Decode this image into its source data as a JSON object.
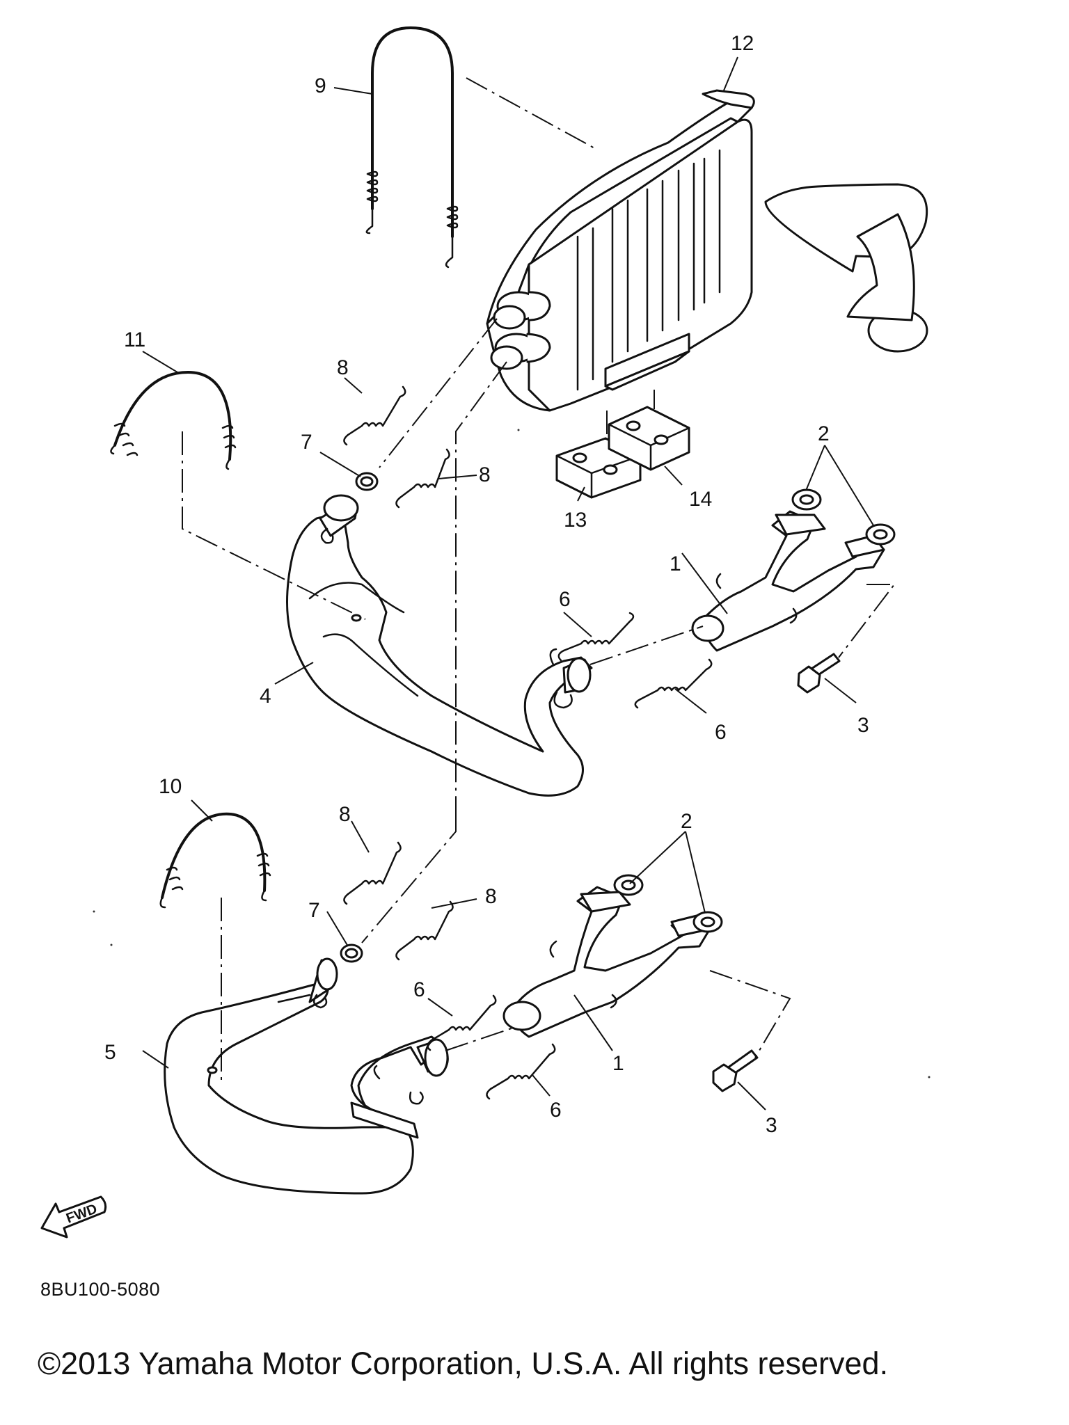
{
  "diagram": {
    "callouts": {
      "c1a": "1",
      "c1b": "1",
      "c2a": "2",
      "c2b": "2",
      "c3a": "3",
      "c3b": "3",
      "c4": "4",
      "c5": "5",
      "c6a": "6",
      "c6b": "6",
      "c6c": "6",
      "c6d": "6",
      "c7a": "7",
      "c7b": "7",
      "c8a": "8",
      "c8b": "8",
      "c8c": "8",
      "c8d": "8",
      "c9": "9",
      "c10": "10",
      "c11": "11",
      "c12": "12",
      "c13": "13",
      "c14": "14"
    },
    "fwd_label": "FWD",
    "ref_code": "8BU100-5080"
  },
  "footer": {
    "copyright": "©2013 Yamaha Motor Corporation, U.S.A. All rights reserved."
  }
}
